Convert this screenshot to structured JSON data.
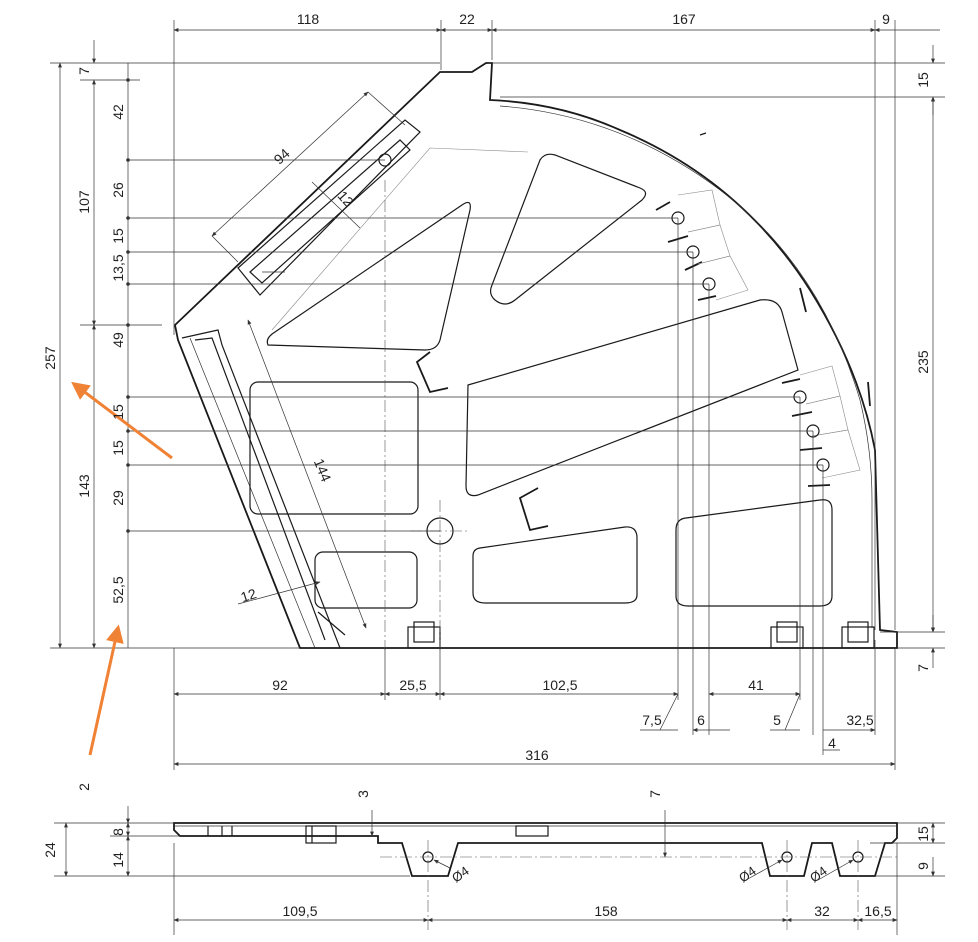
{
  "top_dims": {
    "d118": "118",
    "d22": "22",
    "d167": "167",
    "d9": "9"
  },
  "right_dims": {
    "d15": "15",
    "d235": "235",
    "d7": "7"
  },
  "left_dims": {
    "d257": "257",
    "d107": "107",
    "d143": "143",
    "d7": "7",
    "d42": "42",
    "d26": "26",
    "d15a": "15",
    "d13_5": "13,5",
    "d49": "49",
    "d15b": "15",
    "d15c": "15",
    "d29": "29",
    "d52_5": "52,5"
  },
  "inner_dims": {
    "d94": "94",
    "d12a": "12",
    "d144": "144",
    "d12b": "12"
  },
  "bottom_dims": {
    "d92": "92",
    "d25_5": "25,5",
    "d102_5": "102,5",
    "d41": "41",
    "d7_5": "7,5",
    "d6": "6",
    "d5": "5",
    "d32_5": "32,5",
    "d4": "4",
    "d316": "316"
  },
  "side_view_dims": {
    "d2": "2",
    "d24": "24",
    "d8": "8",
    "d14": "14",
    "d3": "3",
    "d7": "7",
    "d15": "15",
    "d9": "9",
    "phi4a": "Ø4",
    "phi4b": "Ø4",
    "phi4c": "Ø4",
    "d109_5": "109,5",
    "d158": "158",
    "d32": "32",
    "d16_5": "16,5"
  },
  "colors": {
    "line": "#1a1a1a",
    "dimension": "#333333",
    "arrow": "#f08236"
  }
}
